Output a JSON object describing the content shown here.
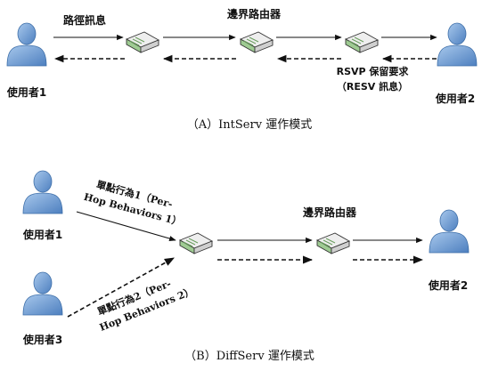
{
  "panel_a": {
    "caption": "（A）IntServ 運作模式",
    "path_msg": "路徑訊息",
    "edge_router": "邊界路由器",
    "rsvp_line1": "RSVP 保留要求",
    "rsvp_line2": "（RESV 訊息）",
    "user1": "使用者1",
    "user2": "使用者2"
  },
  "panel_b": {
    "caption": "（B）DiffServ 運作模式",
    "phb1_line1": "單點行為1（Per-",
    "phb1_line2": "Hop Behaviors 1）",
    "phb2_line1": "單點行為2（Per-",
    "phb2_line2": "Hop Behaviors 2）",
    "edge_router": "邊界路由器",
    "user1": "使用者1",
    "user2": "使用者2",
    "user3": "使用者3"
  },
  "colors": {
    "person_blue": "#6f9ed4",
    "person_dark": "#3d6ea8",
    "router_green": "#9ecb92",
    "router_body": "#d8d8d8"
  }
}
